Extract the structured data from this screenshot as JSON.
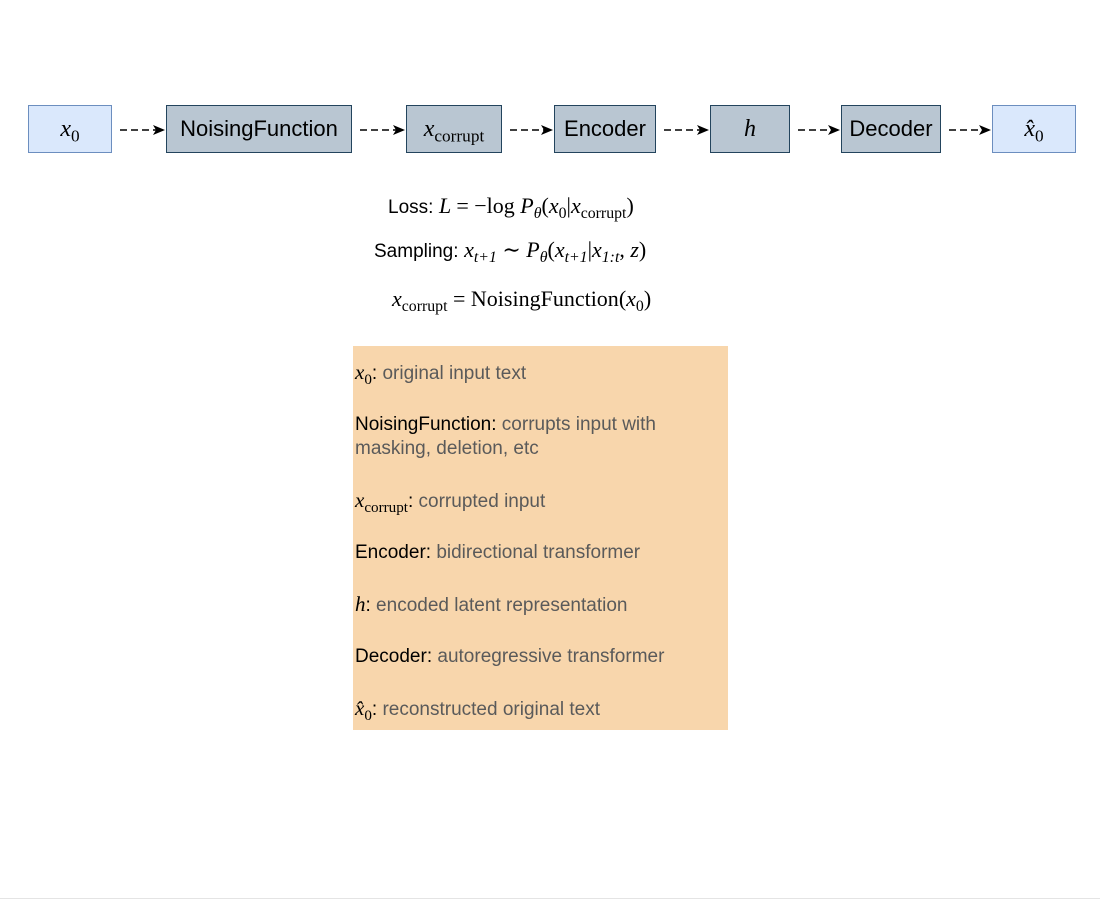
{
  "pipeline": {
    "nodes": [
      {
        "id": "x0",
        "label_math": "x",
        "sub": "0"
      },
      {
        "id": "noising",
        "label": "NoisingFunction"
      },
      {
        "id": "xcorrupt",
        "label_math": "x",
        "sub": "corrupt"
      },
      {
        "id": "encoder",
        "label": "Encoder"
      },
      {
        "id": "h",
        "label_math": "h"
      },
      {
        "id": "decoder",
        "label": "Decoder"
      },
      {
        "id": "xhat0",
        "label_math": "x̂",
        "sub": "0"
      }
    ]
  },
  "equations": {
    "loss": {
      "label": "Loss:",
      "lhs": "L",
      "eq": "=",
      "minus": "−",
      "log": "log",
      "P": "P",
      "theta": "θ",
      "open": "(",
      "x": "x",
      "sub0": "0",
      "bar": "|",
      "x2": "x",
      "subcorrupt": "corrupt",
      "close": ")"
    },
    "sampling": {
      "label": "Sampling:",
      "x": "x",
      "sub_t1": "t+1",
      "sim": "∼",
      "P": "P",
      "theta": "θ",
      "open": "(",
      "x2": "x",
      "sub_t1b": "t+1",
      "bar": "|",
      "x3": "x",
      "sub_1t": "1:t",
      "comma": ",",
      "z": "z",
      "close": ")"
    },
    "noise": {
      "x": "x",
      "subcorrupt": "corrupt",
      "eq": "=",
      "fn": "NoisingFunction",
      "open": "(",
      "x2": "x",
      "sub0": "0",
      "close": ")"
    }
  },
  "legend": {
    "items": [
      {
        "term_math": "x",
        "sub": "0",
        "colon": ":",
        "desc": " original input text"
      },
      {
        "term": "NoisingFunction:",
        "desc": " corrupts input with masking, deletion, etc"
      },
      {
        "term_math": "x",
        "sub": "corrupt",
        "colon": ":",
        "desc": " corrupted input"
      },
      {
        "term": "Encoder:",
        "desc": " bidirectional transformer"
      },
      {
        "term_math": "h",
        "colon": ":",
        "desc": " encoded latent representation"
      },
      {
        "term": "Decoder:",
        "desc": " autoregressive transformer"
      },
      {
        "term_math": "x̂",
        "sub": "0",
        "colon": ":",
        "desc": " reconstructed original text"
      }
    ]
  },
  "colors": {
    "input_fill": "#dae8fc",
    "input_stroke": "#6c8ebf",
    "process_fill": "#b9c6d2",
    "process_stroke": "#23445d",
    "legend_fill": "#f8d6ac",
    "legend_text": "#5a5a5a"
  }
}
